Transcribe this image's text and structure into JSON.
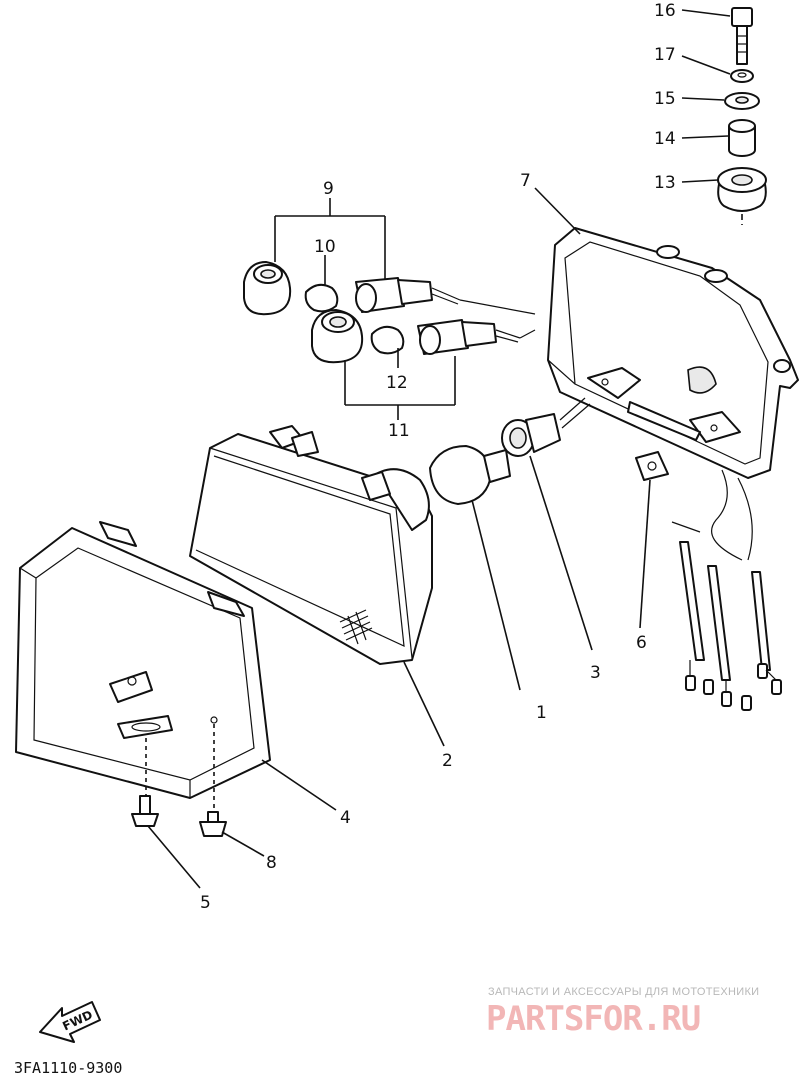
{
  "diagram": {
    "part_numbers": [
      "1",
      "2",
      "3",
      "4",
      "5",
      "6",
      "7",
      "8",
      "9",
      "10",
      "11",
      "12",
      "13",
      "14",
      "15",
      "16",
      "17"
    ],
    "direction_label": "FWD",
    "diagram_code": "3FA1110-9300",
    "watermark": {
      "tagline": "ЗАПЧАСТИ И АКСЕССУАРЫ ДЛЯ МОТОТЕХНИКИ",
      "logo": "PARTSFOR.RU"
    }
  }
}
